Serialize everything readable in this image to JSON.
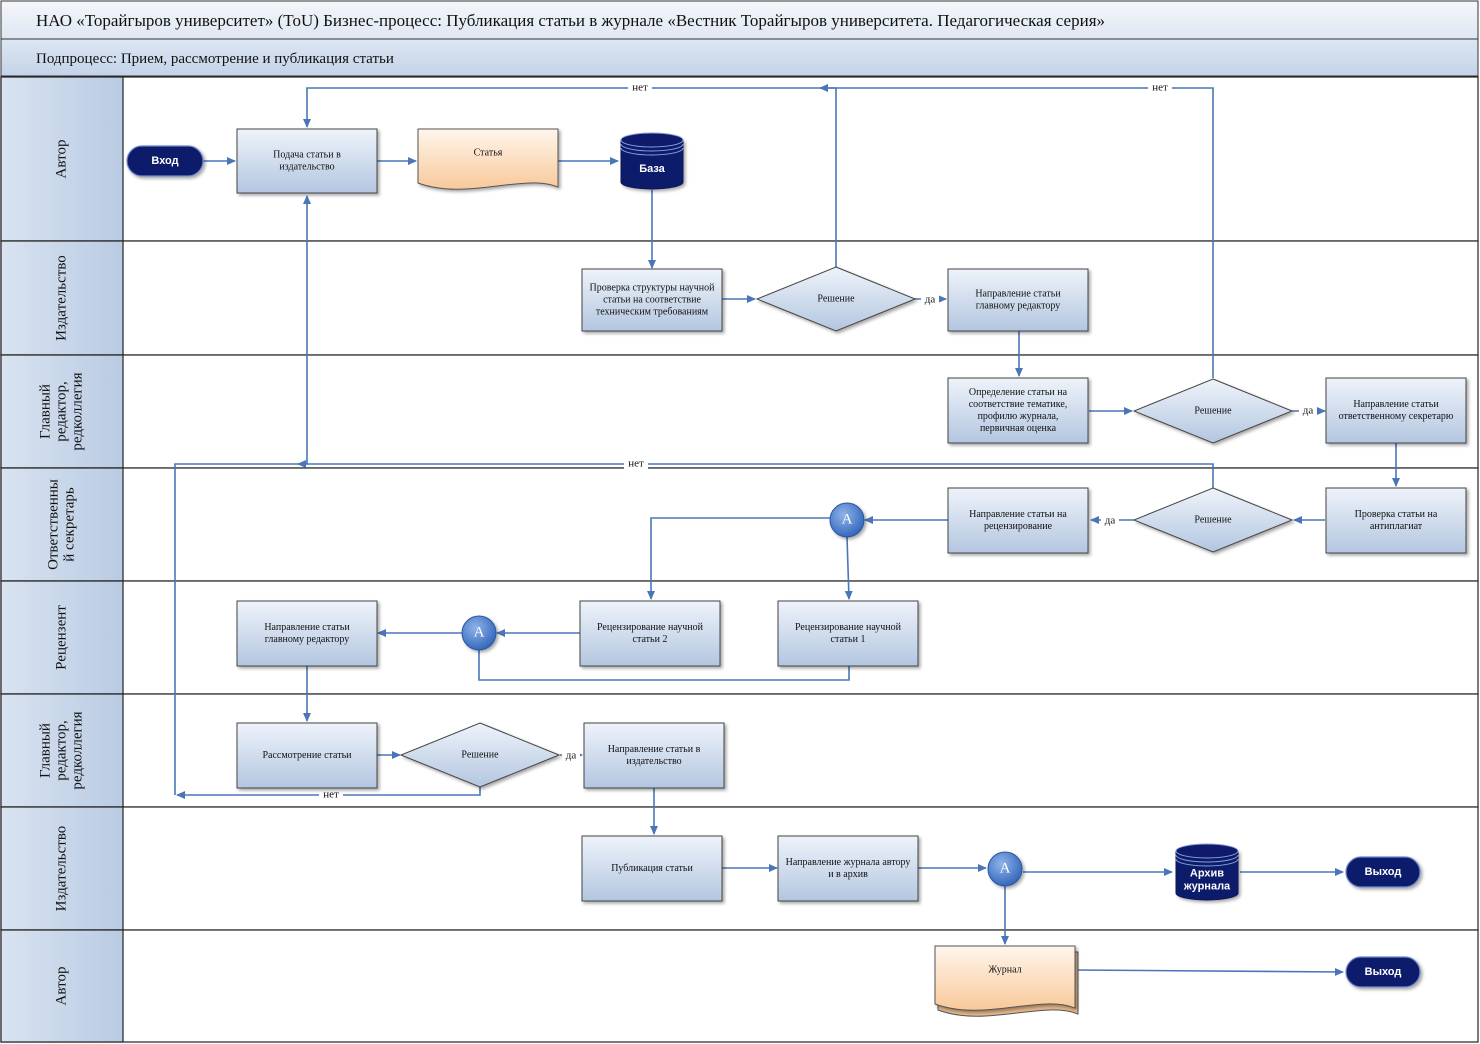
{
  "header": {
    "title": "НАО «Торайгыров университет» (ToU) Бизнес-процесс: Публикация статьи в журнале «Вестник Торайгыров университета. Педагогическая серия»",
    "subtitle": "Подпроцесс: Прием, рассмотрение и публикация статьи"
  },
  "lanes": [
    {
      "label": [
        "Автор"
      ]
    },
    {
      "label": [
        "Издательство"
      ]
    },
    {
      "label": [
        "Главный",
        "редактор,",
        "редколлегия"
      ]
    },
    {
      "label": [
        "Ответственны",
        "й секретарь"
      ]
    },
    {
      "label": [
        "Рецензент"
      ]
    },
    {
      "label": [
        "Главный",
        "редактор,",
        "редколлегия"
      ]
    },
    {
      "label": [
        "Издательство"
      ]
    },
    {
      "label": [
        "Автор"
      ]
    }
  ],
  "nodes": {
    "start": [
      "Вход"
    ],
    "submit": [
      "Подача статьи в",
      "издательство"
    ],
    "article_doc": [
      "Статья"
    ],
    "db": [
      "База"
    ],
    "check_structure": [
      "Проверка структуры научной",
      "статьи на соответствие",
      "техническим требованиям"
    ],
    "decision1": [
      "Решение"
    ],
    "send_chief": [
      "Направление статьи",
      "главному редактору"
    ],
    "define_topic": [
      "Определение статьи на",
      "соответствие тематике,",
      "профилю журнала,",
      "первичная оценка"
    ],
    "decision2": [
      "Решение"
    ],
    "send_secretary": [
      "Направление статьи",
      "ответственному секретарю"
    ],
    "antiplagiat": [
      "Проверка статьи на",
      "антиплагиат"
    ],
    "decision3": [
      "Решение"
    ],
    "send_review": [
      "Направление статьи на",
      "рецензирование"
    ],
    "connector_a1": [
      "A"
    ],
    "review2": [
      "Рецензирование научной",
      "статьи 2"
    ],
    "review1": [
      "Рецензирование научной",
      "статьи 1"
    ],
    "connector_a2": [
      "A"
    ],
    "send_chief2": [
      "Направление статьи",
      "главному редактору"
    ],
    "consider": [
      "Рассмотрение статьи"
    ],
    "decision4": [
      "Решение"
    ],
    "send_publisher": [
      "Направление статьи в",
      "издательство"
    ],
    "publish": [
      "Публикация статьи"
    ],
    "send_journal": [
      "Направление журнала автору",
      "и в архив"
    ],
    "connector_a3": [
      "A"
    ],
    "archive": [
      "Архив",
      "журнала"
    ],
    "exit1": [
      "Выход"
    ],
    "journal_doc": [
      "Журнал"
    ],
    "exit2": [
      "Выход"
    ]
  },
  "edge_labels": {
    "no_top_left": "нет",
    "no_top_right": "нет",
    "yes1": "да",
    "yes2": "да",
    "yes3": "да",
    "no_mid": "нет",
    "yes4": "да",
    "no_bottom": "нет"
  },
  "colors": {
    "lane_header": "#c5d5ea",
    "title_bar": "#e8eef7",
    "box_fill_top": "#e4ecf7",
    "box_fill_bottom": "#b6c8e1",
    "doc_fill": "#fbd4b0",
    "dark_node": "#0f1a6b",
    "connector": "#4a7cc7",
    "edge": "#4a76b8"
  }
}
